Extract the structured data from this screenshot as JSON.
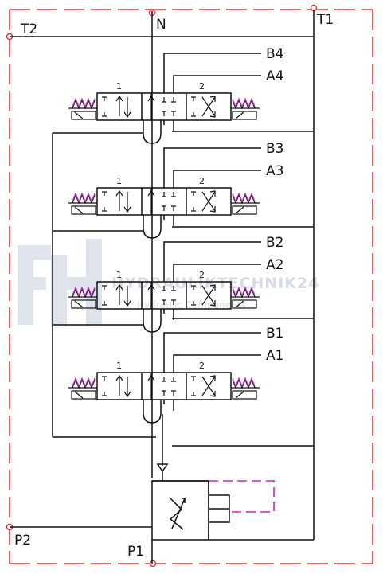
{
  "ports": {
    "T1": "T1",
    "T2": "T2",
    "N": "N",
    "P1": "P1",
    "P2": "P2"
  },
  "sections": [
    {
      "b": "B4",
      "a": "A4",
      "pos1": "1",
      "pos2": "2"
    },
    {
      "b": "B3",
      "a": "A3",
      "pos1": "1",
      "pos2": "2"
    },
    {
      "b": "B2",
      "a": "A2",
      "pos1": "1",
      "pos2": "2"
    },
    {
      "b": "B1",
      "a": "A1",
      "pos1": "1",
      "pos2": "2"
    }
  ],
  "watermark": {
    "brand": "HYDRAULIKTECHNIK24",
    "tagline": "Hydraulic Components"
  },
  "colors": {
    "line": "#111111",
    "boundary": "#e0303a",
    "pilot": "#d020c8",
    "watermark": "#d6dbe6"
  }
}
